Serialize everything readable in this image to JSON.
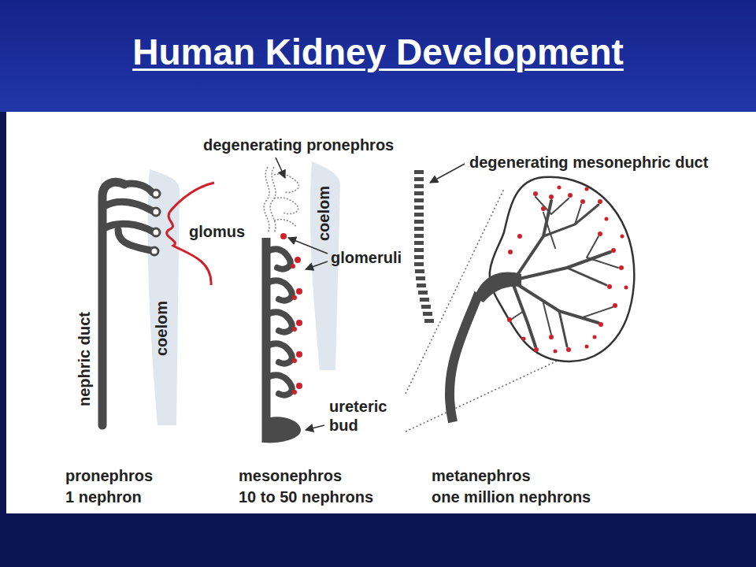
{
  "diagram": {
    "title": "Human Kidney Development",
    "labels": [
      "degenerating pronephros",
      "degenerating mesonephric duct",
      "coelom",
      "glomus",
      "glomeruli",
      "nephric duct",
      "coelom",
      "ureteric bud",
      "pronephros",
      "1 nephron",
      "mesonephros",
      "10 to 50 nephrons",
      "metanephros",
      "one million nephrons"
    ]
  }
}
